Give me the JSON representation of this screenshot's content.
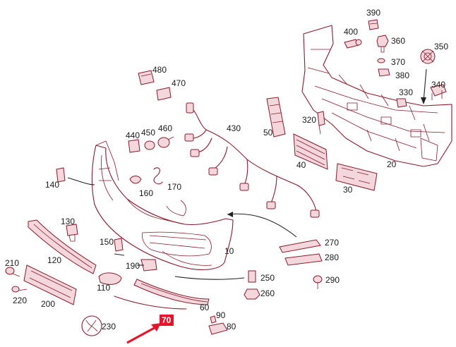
{
  "callouts": [
    {
      "id": "390",
      "text": "390"
    },
    {
      "id": "400",
      "text": "400"
    },
    {
      "id": "360",
      "text": "360"
    },
    {
      "id": "350",
      "text": "350"
    },
    {
      "id": "370",
      "text": "370"
    },
    {
      "id": "380",
      "text": "380"
    },
    {
      "id": "480",
      "text": "480"
    },
    {
      "id": "470",
      "text": "470"
    },
    {
      "id": "330",
      "text": "330"
    },
    {
      "id": "340",
      "text": "340"
    },
    {
      "id": "320",
      "text": "320"
    },
    {
      "id": "50",
      "text": "50"
    },
    {
      "id": "430",
      "text": "430"
    },
    {
      "id": "440",
      "text": "440"
    },
    {
      "id": "450",
      "text": "450"
    },
    {
      "id": "460",
      "text": "460"
    },
    {
      "id": "20",
      "text": "20"
    },
    {
      "id": "40",
      "text": "40"
    },
    {
      "id": "140",
      "text": "140"
    },
    {
      "id": "160",
      "text": "160"
    },
    {
      "id": "170",
      "text": "170"
    },
    {
      "id": "30",
      "text": "30"
    },
    {
      "id": "130",
      "text": "130"
    },
    {
      "id": "120",
      "text": "120"
    },
    {
      "id": "150",
      "text": "150"
    },
    {
      "id": "270",
      "text": "270"
    },
    {
      "id": "10",
      "text": "10"
    },
    {
      "id": "280",
      "text": "280"
    },
    {
      "id": "210",
      "text": "210"
    },
    {
      "id": "190",
      "text": "190"
    },
    {
      "id": "250",
      "text": "250"
    },
    {
      "id": "290",
      "text": "290"
    },
    {
      "id": "110",
      "text": "110"
    },
    {
      "id": "260",
      "text": "260"
    },
    {
      "id": "220",
      "text": "220"
    },
    {
      "id": "200",
      "text": "200"
    },
    {
      "id": "60",
      "text": "60"
    },
    {
      "id": "90",
      "text": "90"
    },
    {
      "id": "230",
      "text": "230"
    },
    {
      "id": "80",
      "text": "80"
    },
    {
      "id": "70",
      "text": "70"
    }
  ],
  "colors": {
    "line": "#8b1a2b",
    "highlight": "#e8122a",
    "label": "#1a1a1a"
  }
}
